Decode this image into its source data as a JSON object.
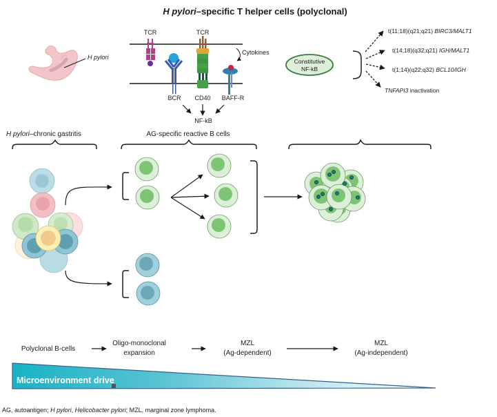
{
  "title": {
    "italic": "H pylori",
    "rest": "–specific T helper cells (polyclonal)"
  },
  "stomach": {
    "label": "H pylori"
  },
  "receptors": {
    "tcr_left": "TCR",
    "tcr_right": "TCR",
    "bcr": "BCR",
    "cd40": "CD40",
    "baffr": "BAFF-R",
    "cytokines": "Cytokines",
    "nfkb": "NF-kB"
  },
  "constitutive": {
    "line1": "Constitutive",
    "line2": "NF-kB"
  },
  "translocations": [
    {
      "prefix": "t(11;18)(q21;q21) ",
      "italic": "BIRC3/MALT1"
    },
    {
      "prefix": "t(14;18)(q32;q21) ",
      "italic": "IGH/MALT1"
    },
    {
      "prefix": "t(1;14)(q22;q32) ",
      "italic": "BCL10/IGH"
    },
    {
      "italic": "TNFAPI3",
      "suffix": " inactivation"
    }
  ],
  "sections": {
    "gastritis_italic": "H pylori",
    "gastritis_rest": "–chronic gastritis",
    "ag_specific": "AG-specific reactive B cells"
  },
  "stages": [
    {
      "line1": "Polyclonal B-cells"
    },
    {
      "line1": "Oligo-monoclonal",
      "line2": "expansion"
    },
    {
      "line1": "MZL",
      "line2": "(Ag-dependent)"
    },
    {
      "line1": "MZL",
      "line2": "(Ag-independent)"
    }
  ],
  "drive": {
    "label": "Microenvironment drive",
    "color_start": "#17b3c6",
    "color_end": "#ffffff",
    "border": "#35608a"
  },
  "footnote": {
    "part1": "AG, autoantigen; ",
    "part2_italic": "H pylori",
    "part3": ", ",
    "part4_italic": "Helicobacter pylori",
    "part5": "; MZL, marginal zone lymphoma."
  },
  "colors": {
    "green_cell_outer": "#dcefd8",
    "green_cell_nucleus": "#7ec475",
    "green_cell_border": "#6a9d5d",
    "blue_cell_outer": "#9fd0dc",
    "blue_cell_nucleus": "#6ba8b8",
    "blue_cell_border": "#5a8ea0",
    "constitutive_fill": "#dcefd8",
    "constitutive_border": "#3b7a3b",
    "stomach": "#f2c6c8"
  }
}
